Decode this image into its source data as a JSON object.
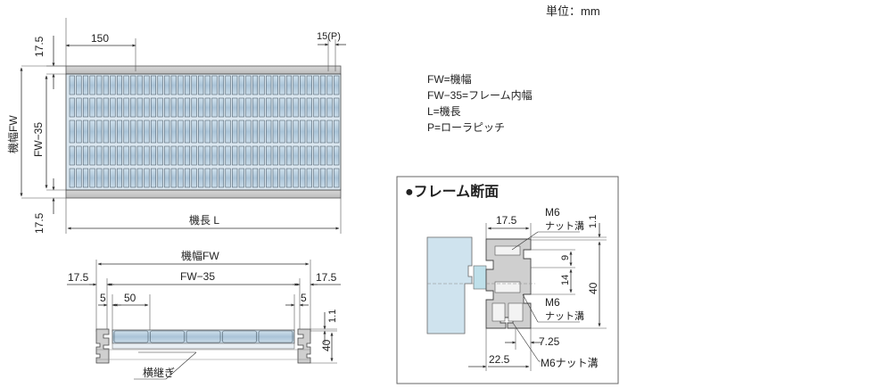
{
  "unit": "単位：mm",
  "legend": [
    "FW=機幅",
    "FW−35=フレーム内幅",
    "L=機長",
    "P=ローラピッチ"
  ],
  "top_view": {
    "dim_left_top": "17.5",
    "dim_pitch_block": "150",
    "dim_roller_pitch": "15(P)",
    "dim_width_fw": "機幅FW",
    "dim_inner_width": "FW−35",
    "dim_left_bottom": "17.5",
    "dim_length": "機長 L"
  },
  "side_view": {
    "dim_width_fw": "機幅FW",
    "dim_inner_width": "FW−35",
    "dim_left_margin": "17.5",
    "dim_right_margin": "17.5",
    "dim_left_5": "5",
    "dim_pitch_50": "50",
    "dim_right_5": "5",
    "dim_gap": "1.1",
    "dim_height": "40",
    "callout_tie": "横継ぎ"
  },
  "section": {
    "title": "●フレーム断面",
    "dim_top_width": "17.5",
    "label_m6_top": "M6",
    "label_nut_top": "ナット溝",
    "dim_gap": "1.1",
    "dim_9": "9",
    "dim_14": "14",
    "dim_40": "40",
    "label_m6_mid": "M6",
    "label_nut_mid": "ナット溝",
    "dim_725": "7.25",
    "dim_225": "22.5",
    "label_m6_bottom": "M6ナット溝"
  }
}
